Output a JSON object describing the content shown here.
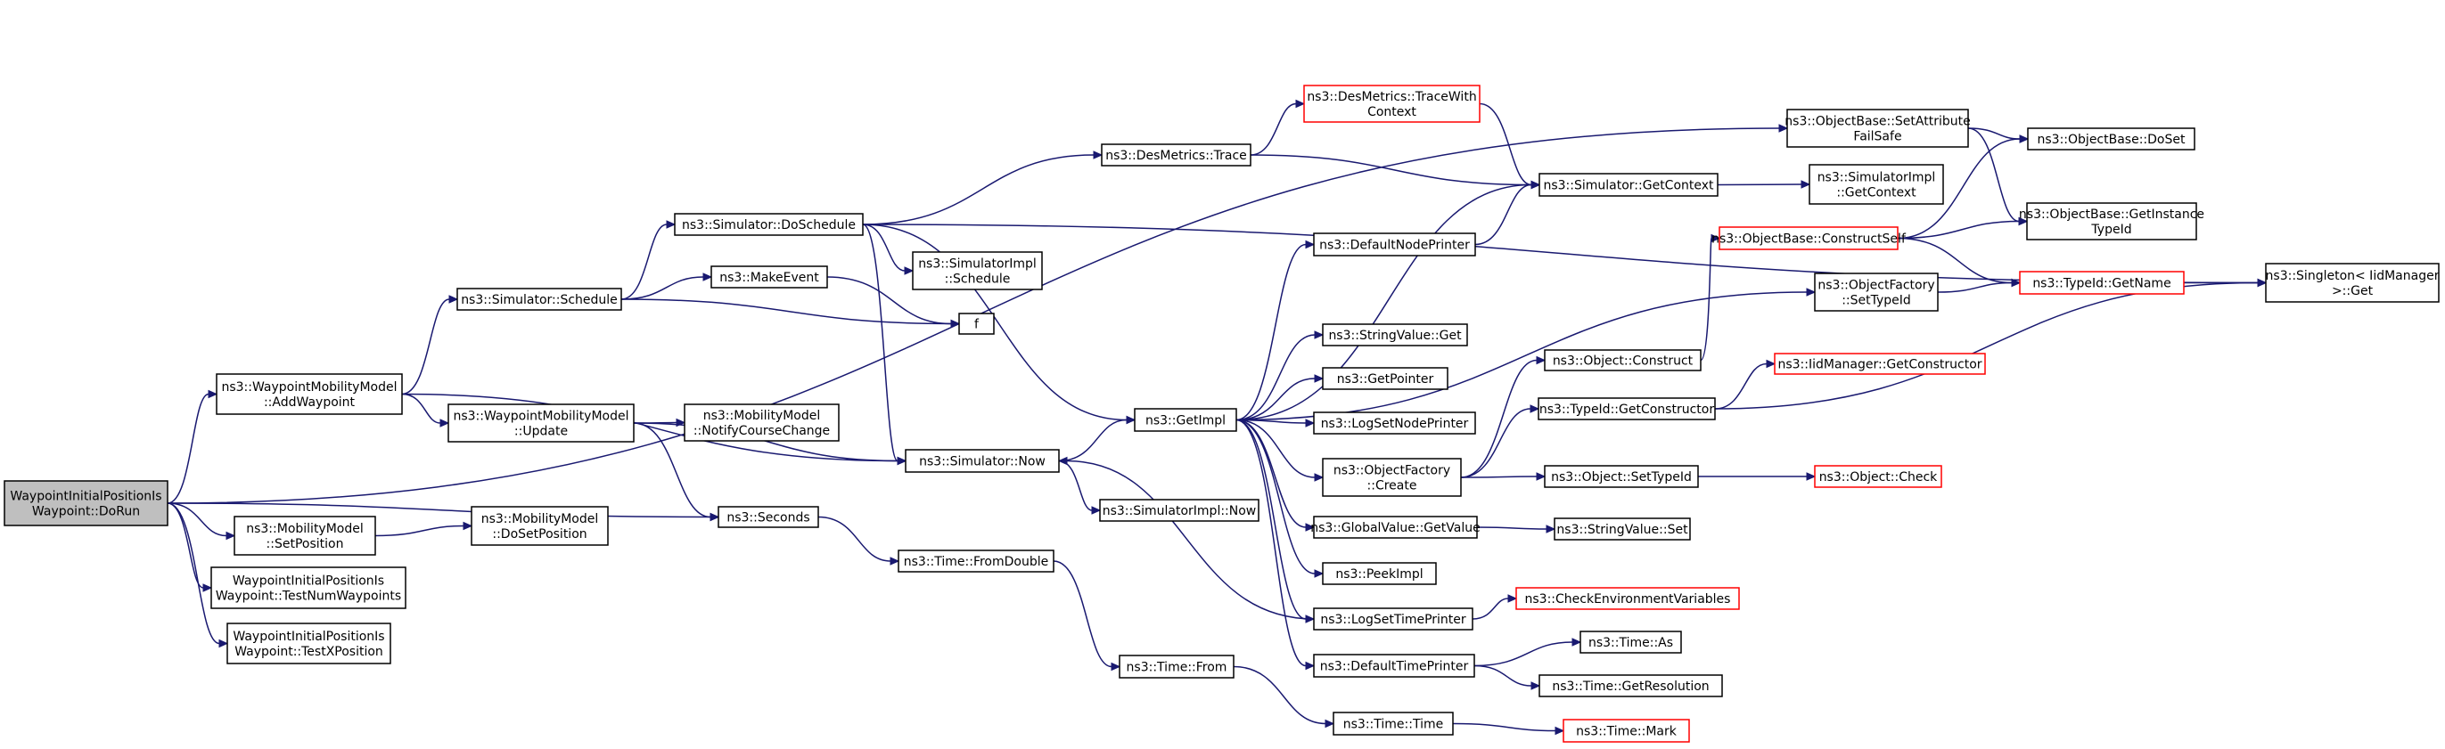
{
  "colors": {
    "edge": "#191970",
    "border": "#000000",
    "truncated_border": "#ff0000",
    "root_fill": "#bfbfbf",
    "node_fill": "#ffffff"
  },
  "nodes": [
    {
      "id": "root",
      "lines": [
        "WaypointInitialPositionIs",
        "Waypoint::DoRun"
      ],
      "root": true
    },
    {
      "id": "addwp",
      "lines": [
        "ns3::WaypointMobilityModel",
        "::AddWaypoint"
      ]
    },
    {
      "id": "setpos",
      "lines": [
        "ns3::MobilityModel",
        "::SetPosition"
      ]
    },
    {
      "id": "testnum",
      "lines": [
        "WaypointInitialPositionIs",
        "Waypoint::TestNumWaypoints"
      ]
    },
    {
      "id": "testx",
      "lines": [
        "WaypointInitialPositionIs",
        "Waypoint::TestXPosition"
      ]
    },
    {
      "id": "seconds",
      "lines": [
        "ns3::Seconds"
      ]
    },
    {
      "id": "dosetpos",
      "lines": [
        "ns3::MobilityModel",
        "::DoSetPosition"
      ]
    },
    {
      "id": "schedule",
      "lines": [
        "ns3::Simulator::Schedule"
      ]
    },
    {
      "id": "update",
      "lines": [
        "ns3::WaypointMobilityModel",
        "::Update"
      ]
    },
    {
      "id": "doschedule",
      "lines": [
        "ns3::Simulator::DoSchedule"
      ]
    },
    {
      "id": "makeevent",
      "lines": [
        "ns3::MakeEvent"
      ]
    },
    {
      "id": "f",
      "lines": [
        "f"
      ]
    },
    {
      "id": "notify",
      "lines": [
        "ns3::MobilityModel",
        "::NotifyCourseChange"
      ]
    },
    {
      "id": "now",
      "lines": [
        "ns3::Simulator::Now"
      ]
    },
    {
      "id": "fromdouble",
      "lines": [
        "ns3::Time::FromDouble"
      ]
    },
    {
      "id": "from",
      "lines": [
        "ns3::Time::From"
      ]
    },
    {
      "id": "destrace",
      "lines": [
        "ns3::DesMetrics::Trace"
      ]
    },
    {
      "id": "simimplsched",
      "lines": [
        "ns3::SimulatorImpl",
        "::Schedule"
      ]
    },
    {
      "id": "getimpl",
      "lines": [
        "ns3::GetImpl"
      ]
    },
    {
      "id": "simimplnow",
      "lines": [
        "ns3::SimulatorImpl::Now"
      ]
    },
    {
      "id": "timetime",
      "lines": [
        "ns3::Time::Time"
      ]
    },
    {
      "id": "tracewith",
      "lines": [
        "ns3::DesMetrics::TraceWith",
        "Context"
      ],
      "truncated": true
    },
    {
      "id": "defnodeprinter",
      "lines": [
        "ns3::DefaultNodePrinter"
      ]
    },
    {
      "id": "strget",
      "lines": [
        "ns3::StringValue::Get"
      ]
    },
    {
      "id": "getpointer",
      "lines": [
        "ns3::GetPointer"
      ]
    },
    {
      "id": "logsetnode",
      "lines": [
        "ns3::LogSetNodePrinter"
      ]
    },
    {
      "id": "ofcreate",
      "lines": [
        "ns3::ObjectFactory",
        "::Create"
      ]
    },
    {
      "id": "globalget",
      "lines": [
        "ns3::GlobalValue::GetValue"
      ]
    },
    {
      "id": "peekimpl",
      "lines": [
        "ns3::PeekImpl"
      ]
    },
    {
      "id": "logsettime",
      "lines": [
        "ns3::LogSetTimePrinter"
      ]
    },
    {
      "id": "deftimeprinter",
      "lines": [
        "ns3::DefaultTimePrinter"
      ]
    },
    {
      "id": "getcontext",
      "lines": [
        "ns3::Simulator::GetContext"
      ]
    },
    {
      "id": "constructself",
      "lines": [
        "ns3::ObjectBase::ConstructSelf"
      ],
      "truncated": true
    },
    {
      "id": "objconstruct",
      "lines": [
        "ns3::Object::Construct"
      ]
    },
    {
      "id": "getconstructor",
      "lines": [
        "ns3::TypeId::GetConstructor"
      ]
    },
    {
      "id": "setattr",
      "lines": [
        "ns3::ObjectBase::SetAttribute",
        "FailSafe"
      ]
    },
    {
      "id": "ofsettypeid",
      "lines": [
        "ns3::ObjectFactory",
        "::SetTypeId"
      ]
    },
    {
      "id": "objsettypeid",
      "lines": [
        "ns3::Object::SetTypeId"
      ]
    },
    {
      "id": "strset",
      "lines": [
        "ns3::StringValue::Set"
      ]
    },
    {
      "id": "checkenv",
      "lines": [
        "ns3::CheckEnvironmentVariables"
      ],
      "truncated": true
    },
    {
      "id": "timeas",
      "lines": [
        "ns3::Time::As"
      ]
    },
    {
      "id": "getres",
      "lines": [
        "ns3::Time::GetResolution"
      ]
    },
    {
      "id": "timemark",
      "lines": [
        "ns3::Time::Mark"
      ],
      "truncated": true
    },
    {
      "id": "simimplctx",
      "lines": [
        "ns3::SimulatorImpl",
        "::GetContext"
      ]
    },
    {
      "id": "iidgetctor",
      "lines": [
        "ns3::IidManager::GetConstructor"
      ],
      "truncated": true
    },
    {
      "id": "objcheck",
      "lines": [
        "ns3::Object::Check"
      ],
      "truncated": true
    },
    {
      "id": "doset",
      "lines": [
        "ns3::ObjectBase::DoSet"
      ]
    },
    {
      "id": "getinsttid",
      "lines": [
        "ns3::ObjectBase::GetInstance",
        "TypeId"
      ]
    },
    {
      "id": "getname",
      "lines": [
        "ns3::TypeId::GetName"
      ],
      "truncated": true
    },
    {
      "id": "singleton",
      "lines": [
        "ns3::Singleton< IidManager",
        " >::Get"
      ]
    }
  ],
  "edges": [
    [
      "root",
      "addwp"
    ],
    [
      "root",
      "setpos"
    ],
    [
      "root",
      "testnum"
    ],
    [
      "root",
      "testx"
    ],
    [
      "root",
      "seconds"
    ],
    [
      "root",
      "setattr"
    ],
    [
      "addwp",
      "schedule"
    ],
    [
      "addwp",
      "update"
    ],
    [
      "addwp",
      "now"
    ],
    [
      "setpos",
      "dosetpos"
    ],
    [
      "schedule",
      "doschedule"
    ],
    [
      "schedule",
      "makeevent"
    ],
    [
      "schedule",
      "f"
    ],
    [
      "makeevent",
      "f"
    ],
    [
      "update",
      "notify"
    ],
    [
      "update",
      "now"
    ],
    [
      "update",
      "seconds"
    ],
    [
      "doschedule",
      "destrace"
    ],
    [
      "doschedule",
      "simimplsched"
    ],
    [
      "doschedule",
      "getimpl"
    ],
    [
      "doschedule",
      "now"
    ],
    [
      "doschedule",
      "singleton"
    ],
    [
      "seconds",
      "fromdouble"
    ],
    [
      "fromdouble",
      "from"
    ],
    [
      "from",
      "timetime"
    ],
    [
      "timetime",
      "timemark"
    ],
    [
      "now",
      "getimpl"
    ],
    [
      "now",
      "simimplnow"
    ],
    [
      "destrace",
      "tracewith"
    ],
    [
      "destrace",
      "getcontext"
    ],
    [
      "tracewith",
      "getcontext"
    ],
    [
      "getimpl",
      "getcontext"
    ],
    [
      "getimpl",
      "defnodeprinter"
    ],
    [
      "getimpl",
      "ofsettypeid"
    ],
    [
      "getimpl",
      "strget"
    ],
    [
      "getimpl",
      "getpointer"
    ],
    [
      "getimpl",
      "logsetnode"
    ],
    [
      "getimpl",
      "ofcreate"
    ],
    [
      "getimpl",
      "globalget"
    ],
    [
      "getimpl",
      "peekimpl"
    ],
    [
      "getimpl",
      "logsettime"
    ],
    [
      "getimpl",
      "deftimeprinter"
    ],
    [
      "defnodeprinter",
      "getcontext"
    ],
    [
      "getcontext",
      "simimplctx"
    ],
    [
      "ofcreate",
      "objconstruct"
    ],
    [
      "ofcreate",
      "getconstructor"
    ],
    [
      "ofcreate",
      "objsettypeid"
    ],
    [
      "objconstruct",
      "constructself"
    ],
    [
      "getconstructor",
      "iidgetctor"
    ],
    [
      "getconstructor",
      "singleton"
    ],
    [
      "objsettypeid",
      "objcheck"
    ],
    [
      "globalget",
      "strset"
    ],
    [
      "logsettime",
      "checkenv"
    ],
    [
      "logsettime",
      "now"
    ],
    [
      "deftimeprinter",
      "timeas"
    ],
    [
      "deftimeprinter",
      "getres"
    ],
    [
      "constructself",
      "doset"
    ],
    [
      "constructself",
      "getinsttid"
    ],
    [
      "constructself",
      "getname"
    ],
    [
      "setattr",
      "doset"
    ],
    [
      "setattr",
      "getinsttid"
    ],
    [
      "ofsettypeid",
      "getname"
    ],
    [
      "getname",
      "singleton"
    ]
  ]
}
